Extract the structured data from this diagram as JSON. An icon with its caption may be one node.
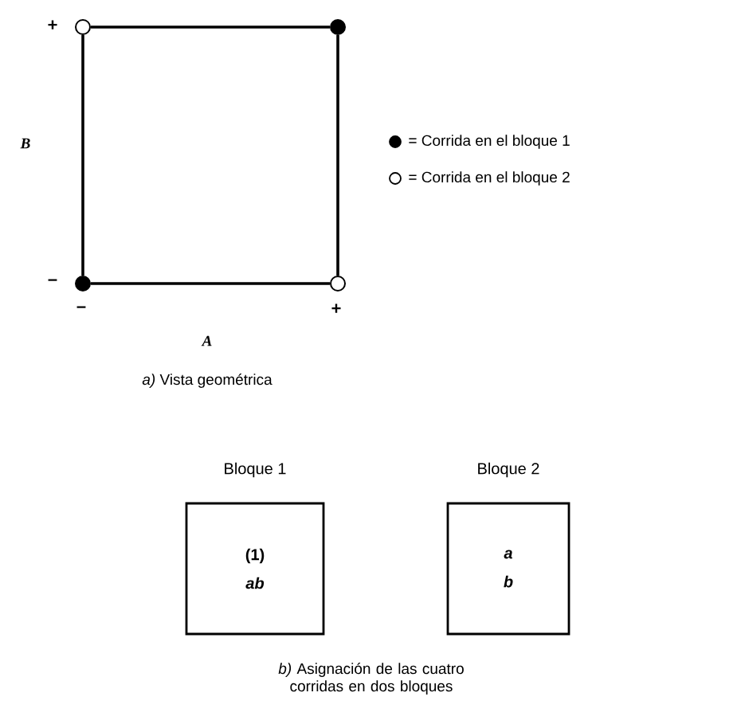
{
  "diagram": {
    "nodes": [
      {
        "text": [],
        "shape": "circle"
      },
      {
        "text": [],
        "shape": "dot"
      },
      {
        "text": [],
        "shape": "dot"
      },
      {
        "text": [],
        "shape": "circle"
      },
      {
        "text": [
          "Bloque 1",
          "(1)",
          "*ab*"
        ]
      },
      {
        "text": [
          "Bloque 2",
          "*a*",
          "*b*"
        ]
      }
    ],
    "edges": [
      {
        "from": 0,
        "to": 1,
        "arrow": "none"
      },
      {
        "from": 1,
        "to": 3,
        "arrow": "none"
      },
      {
        "from": 3,
        "to": 2,
        "arrow": "none"
      },
      {
        "from": 2,
        "to": 0,
        "arrow": "none"
      }
    ],
    "labels": [
      "+",
      "–",
      "B",
      "–",
      "+",
      "A",
      "*a)* Vista geométrica",
      "*b)* Asignación de las cuatro corridas en dos bloques"
    ],
    "legend": [
      {
        "text": "= Corrida en el bloque 1"
      },
      {
        "text": "= Corrida en el bloque 2"
      }
    ]
  }
}
